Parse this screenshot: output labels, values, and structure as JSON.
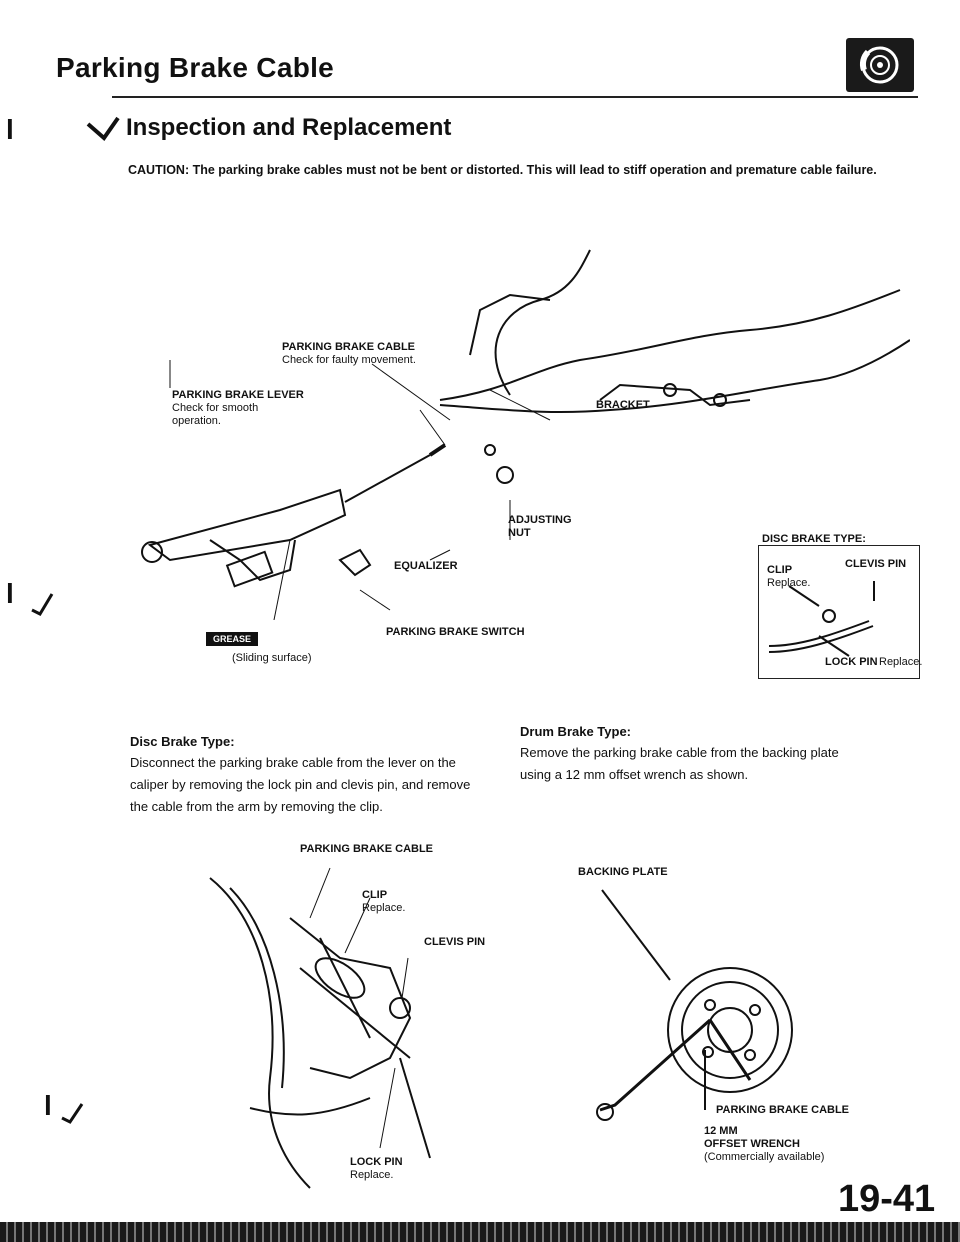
{
  "header": {
    "title": "Parking Brake Cable",
    "section": "Inspection and Replacement"
  },
  "caution": "CAUTION: The parking brake cables must not be bent or distorted. This will lead to stiff operation and premature cable failure.",
  "diagram_top": {
    "cable_label": "PARKING BRAKE CABLE",
    "cable_note": "Check for faulty movement.",
    "lever_label": "PARKING BRAKE LEVER",
    "lever_note_1": "Check for smooth",
    "lever_note_2": "operation.",
    "bracket": "BRACKET",
    "adjusting_nut_1": "ADJUSTING",
    "adjusting_nut_2": "NUT",
    "equalizer": "EQUALIZER",
    "switch": "PARKING BRAKE SWITCH",
    "grease": "GREASE",
    "sliding": "(Sliding surface)"
  },
  "disc_box": {
    "title": "DISC BRAKE TYPE:",
    "clevis": "CLEVIS PIN",
    "clip": "CLIP",
    "clip_note": "Replace.",
    "lock_pin": "LOCK PIN",
    "lock_note": "Replace."
  },
  "disc_section": {
    "heading": "Disc Brake Type:",
    "line1": "Disconnect the parking brake cable from the lever on the",
    "line2": "caliper by removing the lock pin and clevis pin, and remove",
    "line3": "the cable from the arm by removing the clip."
  },
  "drum_section": {
    "heading": "Drum Brake Type:",
    "line1": "Remove the parking brake cable from the backing plate",
    "line2": "using a 12 mm offset wrench as shown."
  },
  "diagram_disc": {
    "cable": "PARKING BRAKE CABLE",
    "clip": "CLIP",
    "clip_note": "Replace.",
    "clevis": "CLEVIS PIN",
    "lock_pin": "LOCK PIN",
    "lock_note": "Replace."
  },
  "diagram_drum": {
    "backing": "BACKING PLATE",
    "cable": "PARKING BRAKE CABLE",
    "wrench_1": "12 mm",
    "wrench_2": "OFFSET WRENCH",
    "wrench_3": "(Commercially available)"
  },
  "page_number": "19-41"
}
